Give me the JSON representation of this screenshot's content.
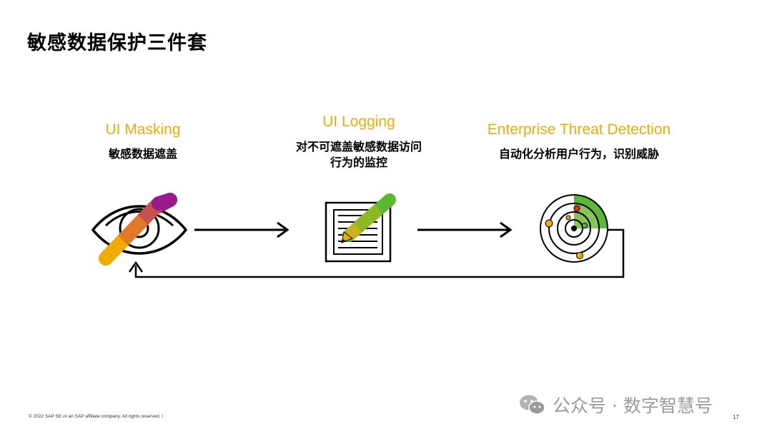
{
  "title": "敏感数据保护三件套",
  "columns": [
    {
      "heading": "UI Masking",
      "subtitle_lines": [
        "敏感数据遮盖"
      ]
    },
    {
      "heading": "UI Logging",
      "subtitle_lines": [
        "对不可遮盖敏感数据访问",
        "行为的监控"
      ]
    },
    {
      "heading": "Enterprise Threat Detection",
      "subtitle_lines": [
        "自动化分析用户行为，识别威胁"
      ]
    }
  ],
  "icons": {
    "masking": "eye-with-pencil-icon",
    "logging": "document-with-pencil-icon",
    "detection": "radar-icon"
  },
  "colors": {
    "accent": "#F0AB00",
    "pencil_yellow": "#F0AB00",
    "pencil_orange": "#E07A28",
    "pencil_red": "#C8504A",
    "pencil_purple": "#9B1A8A",
    "pencil_green": "#5AB82E",
    "radar_green": "#5DB83A"
  },
  "footer": "© 2022 SAP SE or an SAP affiliate company. All rights reserved.  ǀ",
  "page_number": "17",
  "watermark": "公众号 · 数字智慧号"
}
